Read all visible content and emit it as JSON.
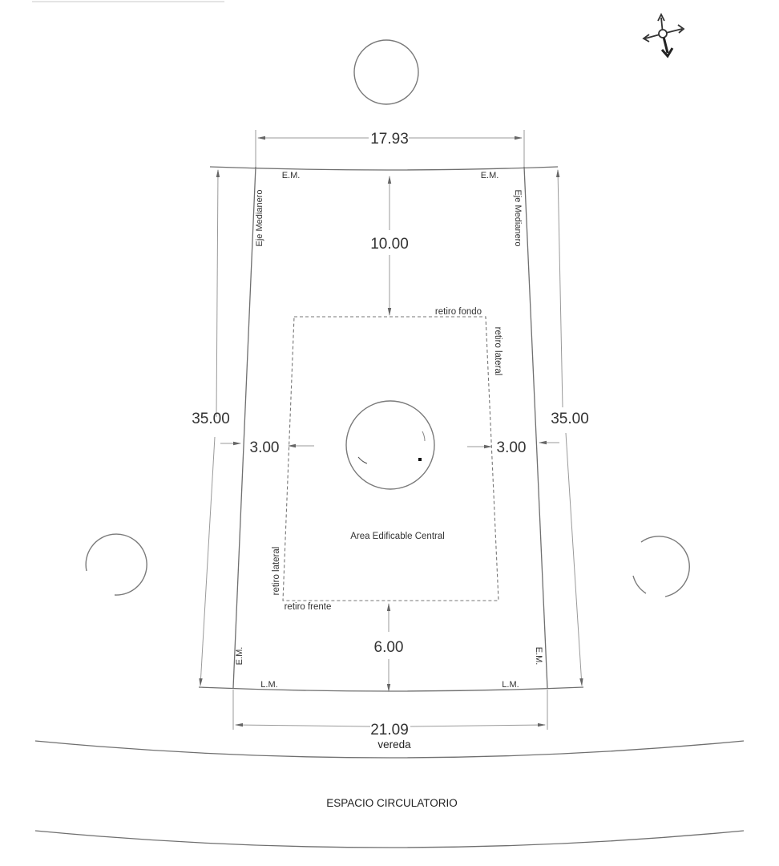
{
  "drawing": {
    "header_text": "",
    "dimensions": {
      "top_width": "17.93",
      "bottom_width": "21.09",
      "left_depth": "35.00",
      "right_depth": "35.00",
      "rear_setback": "10.00",
      "front_setback": "6.00",
      "left_side_setback": "3.00",
      "right_side_setback": "3.00"
    },
    "labels": {
      "em_top_left": "E.M.",
      "em_top_right": "E.M.",
      "em_bottom_left": "E.M.",
      "em_bottom_right": "E.M.",
      "lm_left": "L.M.",
      "lm_right": "L.M.",
      "eje_left": "Eje Medianero",
      "eje_right": "Eje Medianero",
      "retiro_fondo": "retiro fondo",
      "retiro_lateral_right": "retiro lateral",
      "retiro_lateral_left": "retiro lateral",
      "retiro_frente": "retiro frente",
      "area": "Area Edificable Central",
      "vereda": "vereda",
      "espacio": "ESPACIO CIRCULATORIO"
    },
    "icons": {
      "compass": "north-arrow-icon"
    },
    "colors": {
      "line": "#6f6f6f",
      "text": "#2a2a2a",
      "background": "#ffffff"
    }
  }
}
